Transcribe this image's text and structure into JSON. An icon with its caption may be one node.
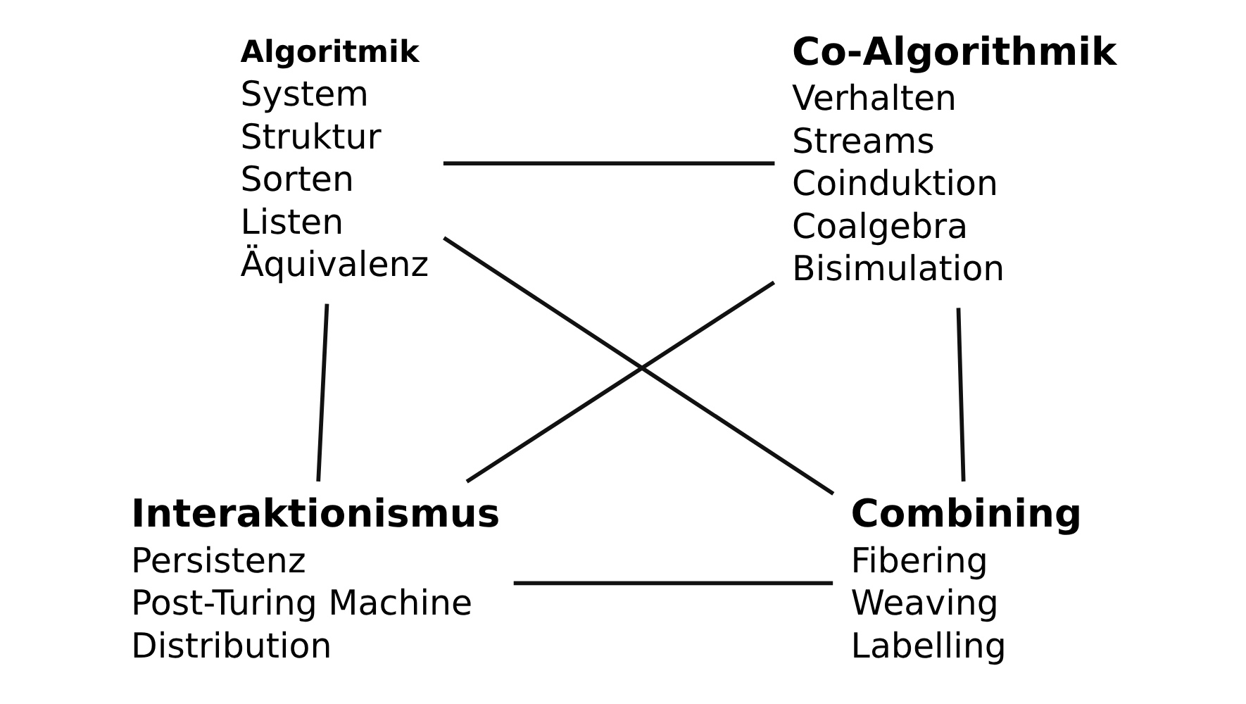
{
  "diagram": {
    "nodes": [
      {
        "text": [
          "Algoritmik",
          "System",
          "Struktur",
          "Sorten",
          "Listen",
          "Äquivalenz"
        ]
      },
      {
        "text": [
          "Co-Algorithmik",
          "Verhalten",
          "Streams",
          "Coinduktion",
          "Coalgebra",
          "Bisimulation"
        ]
      },
      {
        "text": [
          "Interaktionismus",
          "Persistenz",
          "Post-Turing Machine",
          "Distribution"
        ]
      },
      {
        "text": [
          "Combining",
          "Fibering",
          "Weaving",
          "Labelling"
        ]
      }
    ],
    "edges": [
      {
        "from": 0,
        "to": 2,
        "arrow": "none"
      },
      {
        "from": 1,
        "to": 3,
        "arrow": "none"
      },
      {
        "from": 0,
        "to": 1,
        "arrow": "none"
      },
      {
        "from": 0,
        "to": 3,
        "arrow": "none"
      },
      {
        "from": 1,
        "to": 2,
        "arrow": "none"
      },
      {
        "from": 2,
        "to": 3,
        "arrow": "none"
      }
    ]
  }
}
